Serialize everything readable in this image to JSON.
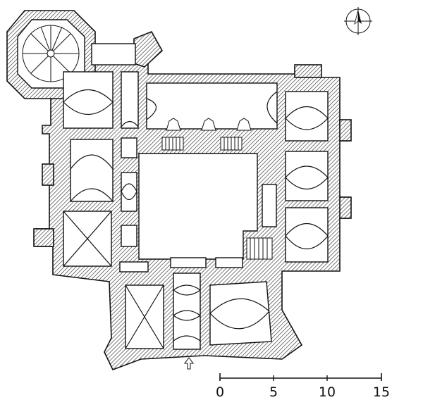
{
  "scale_bar": {
    "ticks": [
      "0",
      "5",
      "10",
      "15"
    ]
  },
  "icons": {
    "north_arrow": "compass-north-arrow-icon",
    "entrance": "entrance-arrow-icon"
  }
}
